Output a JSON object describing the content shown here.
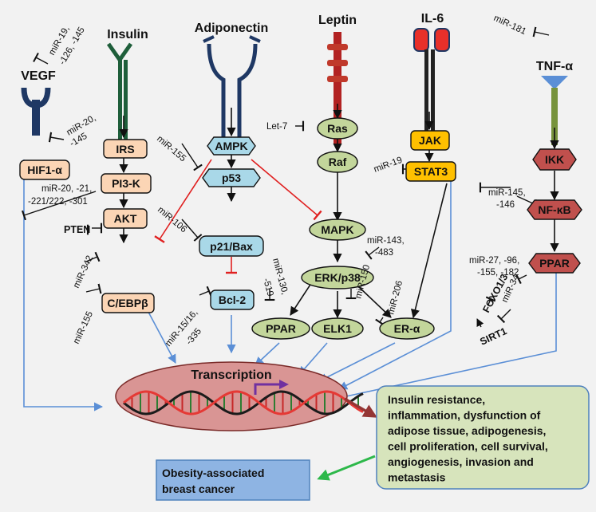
{
  "receptors": {
    "vegf": "VEGF",
    "insulin": "Insulin",
    "adiponectin": "Adiponectin",
    "leptin": "Leptin",
    "il6": "IL-6",
    "tnfa": "TNF-α"
  },
  "nodes": {
    "hif1a": "HIF1-α",
    "irs": "IRS",
    "pi3k": "PI3-K",
    "akt": "AKT",
    "cebpb": "C/EBPβ",
    "ampk": "AMPK",
    "p53": "p53",
    "p21bax": "p21/Bax",
    "bcl2": "Bcl-2",
    "ras": "Ras",
    "raf": "Raf",
    "mapk": "MAPK",
    "erkp38": "ERK/p38",
    "ppar_green": "PPAR",
    "elk1": "ELK1",
    "era": "ER-α",
    "jak": "JAK",
    "stat3": "STAT3",
    "ikk": "IKK",
    "nfkb": "NF-κB",
    "ppar_red": "PPAR"
  },
  "labels": {
    "pten": "PTEN",
    "foxo": "FOXO1/3",
    "sirt1": "SIRT1",
    "transcription": "Transcription"
  },
  "mirnas": {
    "vegf_a": "miR-19,",
    "vegf_b": "-126, -145",
    "hif_a": "miR-20,",
    "hif_b": "-145",
    "pi3k_a": "miR-20, -21,",
    "pi3k_b": "-221/222, -301",
    "akt": "miR-342",
    "cebpb": "miR-155",
    "ampk": "miR-155",
    "p21": "miR-106",
    "bcl2_a": "miR-15/16,",
    "bcl2_b": "-335",
    "ras": "Let-7",
    "ppar_a": "miR-130,",
    "ppar_b": "-519",
    "mapk_a": "miR-143,",
    "mapk_b": "-483",
    "elk1": "miR-150",
    "era": "miR-206",
    "stat3": "miR-19",
    "nfkb_a": "miR-145,",
    "nfkb_b": "-146",
    "tnfa": "miR-181",
    "foxo_a": "miR-27, -96,",
    "foxo_b": "-155, -182",
    "sirt": "miR-34"
  },
  "outcomes": {
    "effects": [
      "Insulin resistance,",
      "inflammation, dysfunction of",
      "adipose tissue, adipogenesis,",
      "cell proliferation, cell survival,",
      "angiogenesis, invasion and",
      "metastasis"
    ],
    "cancer": [
      "Obesity-associated",
      "breast cancer"
    ]
  },
  "colors": {
    "orange_node": "#fbd5b5",
    "blue_node": "#a9d8e8",
    "green_node": "#c3d69b",
    "yellow_node": "#ffc000",
    "red_node": "#c0504d",
    "nucleus": "#d99594",
    "outcome_box": "#d7e4bc",
    "cancer_box": "#8eb4e3",
    "inhibit_red": "#e02020",
    "arrow_blue": "#5b8fd6",
    "arrow_brown": "#943634",
    "arrow_green": "#2db84a",
    "membrane_head": "#e8302a"
  }
}
